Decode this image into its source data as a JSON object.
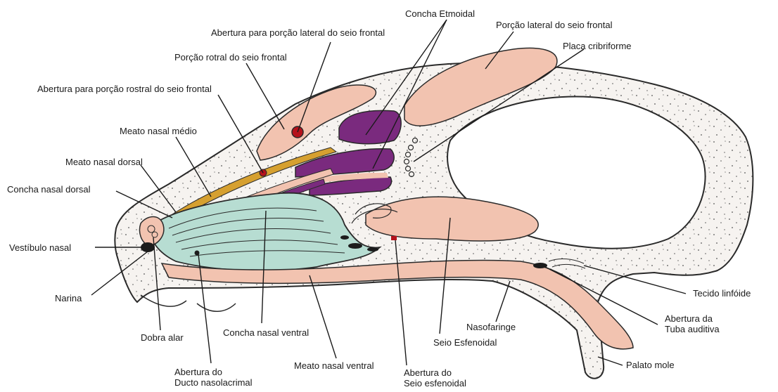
{
  "labels": {
    "concha_etmoidal": "Concha Etmoidal",
    "abertura_porcao_lateral": "Abertura para porção lateral do seio frontal",
    "porcao_lateral": "Porção lateral do seio frontal",
    "placa_cribriforme": "Placa cribriforme",
    "porcao_rotral": "Porção rotral do seio frontal",
    "abertura_porcao_rostral": "Abertura para porção rostral do seio frontal",
    "meato_nasal_medio": "Meato nasal médio",
    "meato_nasal_dorsal": "Meato nasal dorsal",
    "concha_nasal_dorsal": "Concha nasal dorsal",
    "vestibulo_nasal": "Vestíbulo nasal",
    "narina": "Narina",
    "dobra_alar": "Dobra alar",
    "concha_nasal_ventral": "Concha nasal ventral",
    "abertura_ducto_l1": "Abertura do",
    "abertura_ducto_l2": "Ducto nasolacrimal",
    "meato_nasal_ventral": "Meato nasal ventral",
    "abertura_seio_l1": "Abertura do",
    "abertura_seio_l2": "Seio esfenoidal",
    "nasofaringe": "Nasofaringe",
    "seio_esfenoidal": "Seio Esfenoidal",
    "tecido_linfoide": "Tecido linfóide",
    "abertura_tuba_l1": "Abertura da",
    "abertura_tuba_l2": "Tuba auditiva",
    "palato_mole": "Palato mole"
  },
  "colors": {
    "bone": "#f6f3f0",
    "outline": "#2a2a2a",
    "sinus": "#f2c3b0",
    "concha": "#b7ddd2",
    "ethmoid": "#7a2a7e",
    "meatus": "#d6a030",
    "red": "#b5121b",
    "dark": "#1c1c1c"
  }
}
